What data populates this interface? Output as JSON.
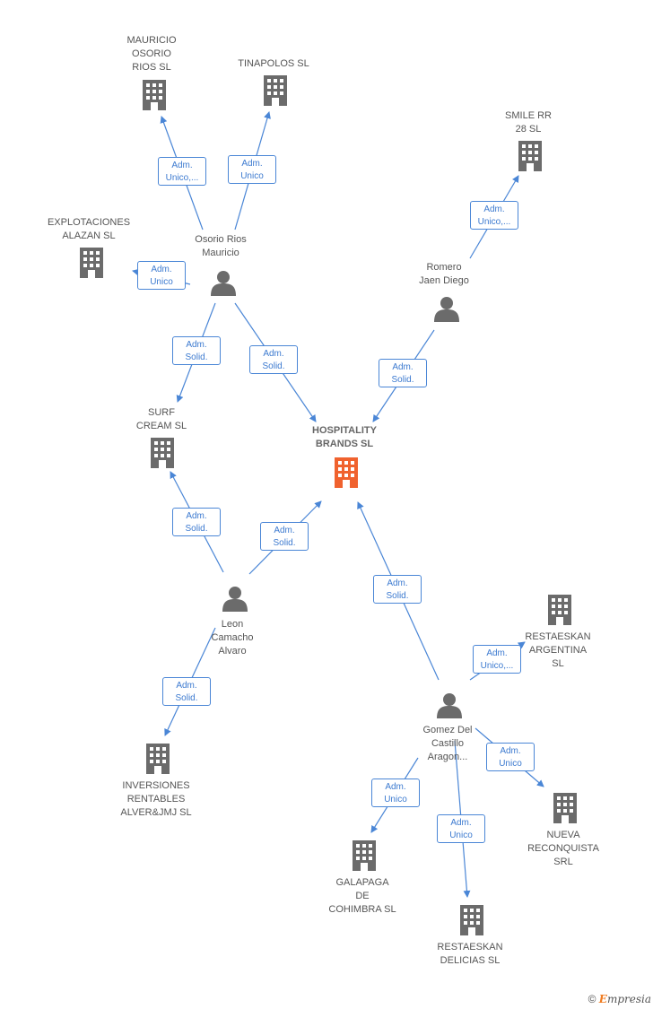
{
  "nodes": {
    "mauricio_osorio_rios": {
      "label": "MAURICIO\nOSORIO\nRIOS  SL",
      "type": "company"
    },
    "tinapolos": {
      "label": "TINAPOLOS  SL",
      "type": "company"
    },
    "smile_rr_28": {
      "label": "SMILE RR\n28  SL",
      "type": "company"
    },
    "explotaciones_alazan": {
      "label": "EXPLOTACIONES\nALAZAN  SL",
      "type": "company"
    },
    "osorio_rios_mauricio": {
      "label": "Osorio Rios\nMauricio",
      "type": "person"
    },
    "romero_jaen_diego": {
      "label": "Romero\nJaen Diego",
      "type": "person"
    },
    "surf_cream": {
      "label": "SURF\nCREAM  SL",
      "type": "company"
    },
    "hospitality_brands": {
      "label": "HOSPITALITY\nBRANDS  SL",
      "type": "focus-company"
    },
    "leon_camacho_alvaro": {
      "label": "Leon\nCamacho\nAlvaro",
      "type": "person"
    },
    "restaeskan_argentina": {
      "label": "RESTAESKAN\nARGENTINA\nSL",
      "type": "company"
    },
    "gomez_del_castillo": {
      "label": "Gomez Del\nCastillo\nAragon...",
      "type": "person"
    },
    "inversiones_rentables": {
      "label": "INVERSIONES\nRENTABLES\nALVER&JMJ  SL",
      "type": "company"
    },
    "nueva_reconquista": {
      "label": "NUEVA\nRECONQUISTA SRL",
      "type": "company"
    },
    "galapaga_de_cohimbra": {
      "label": "GALAPAGA\nDE\nCOHIMBRA  SL",
      "type": "company"
    },
    "restaeskan_delicias": {
      "label": "RESTAESKAN\nDELICIAS  SL",
      "type": "company"
    }
  },
  "edges": [
    {
      "from": "osorio_rios_mauricio",
      "to": "mauricio_osorio_rios",
      "label": "Adm.\nUnico,..."
    },
    {
      "from": "osorio_rios_mauricio",
      "to": "tinapolos",
      "label": "Adm.\nUnico"
    },
    {
      "from": "osorio_rios_mauricio",
      "to": "explotaciones_alazan",
      "label": "Adm.\nUnico"
    },
    {
      "from": "osorio_rios_mauricio",
      "to": "surf_cream",
      "label": "Adm.\nSolid."
    },
    {
      "from": "osorio_rios_mauricio",
      "to": "hospitality_brands",
      "label": "Adm.\nSolid."
    },
    {
      "from": "romero_jaen_diego",
      "to": "smile_rr_28",
      "label": "Adm.\nUnico,..."
    },
    {
      "from": "romero_jaen_diego",
      "to": "hospitality_brands",
      "label": "Adm.\nSolid."
    },
    {
      "from": "leon_camacho_alvaro",
      "to": "surf_cream",
      "label": "Adm.\nSolid."
    },
    {
      "from": "leon_camacho_alvaro",
      "to": "hospitality_brands",
      "label": "Adm.\nSolid."
    },
    {
      "from": "leon_camacho_alvaro",
      "to": "inversiones_rentables",
      "label": "Adm.\nSolid."
    },
    {
      "from": "gomez_del_castillo",
      "to": "hospitality_brands",
      "label": "Adm.\nSolid."
    },
    {
      "from": "gomez_del_castillo",
      "to": "restaeskan_argentina",
      "label": "Adm.\nUnico,..."
    },
    {
      "from": "gomez_del_castillo",
      "to": "nueva_reconquista",
      "label": "Adm.\nUnico"
    },
    {
      "from": "gomez_del_castillo",
      "to": "galapaga_de_cohimbra",
      "label": "Adm.\nUnico"
    },
    {
      "from": "gomez_del_castillo",
      "to": "restaeskan_delicias",
      "label": "Adm.\nUnico"
    }
  ],
  "colors": {
    "edge": "#4a86d6",
    "company": "#6b6b6b",
    "person": "#6b6b6b",
    "focus": "#f0622e"
  },
  "footer": {
    "copyright": "©",
    "brand_first": "E",
    "brand_rest": "mpresia"
  }
}
